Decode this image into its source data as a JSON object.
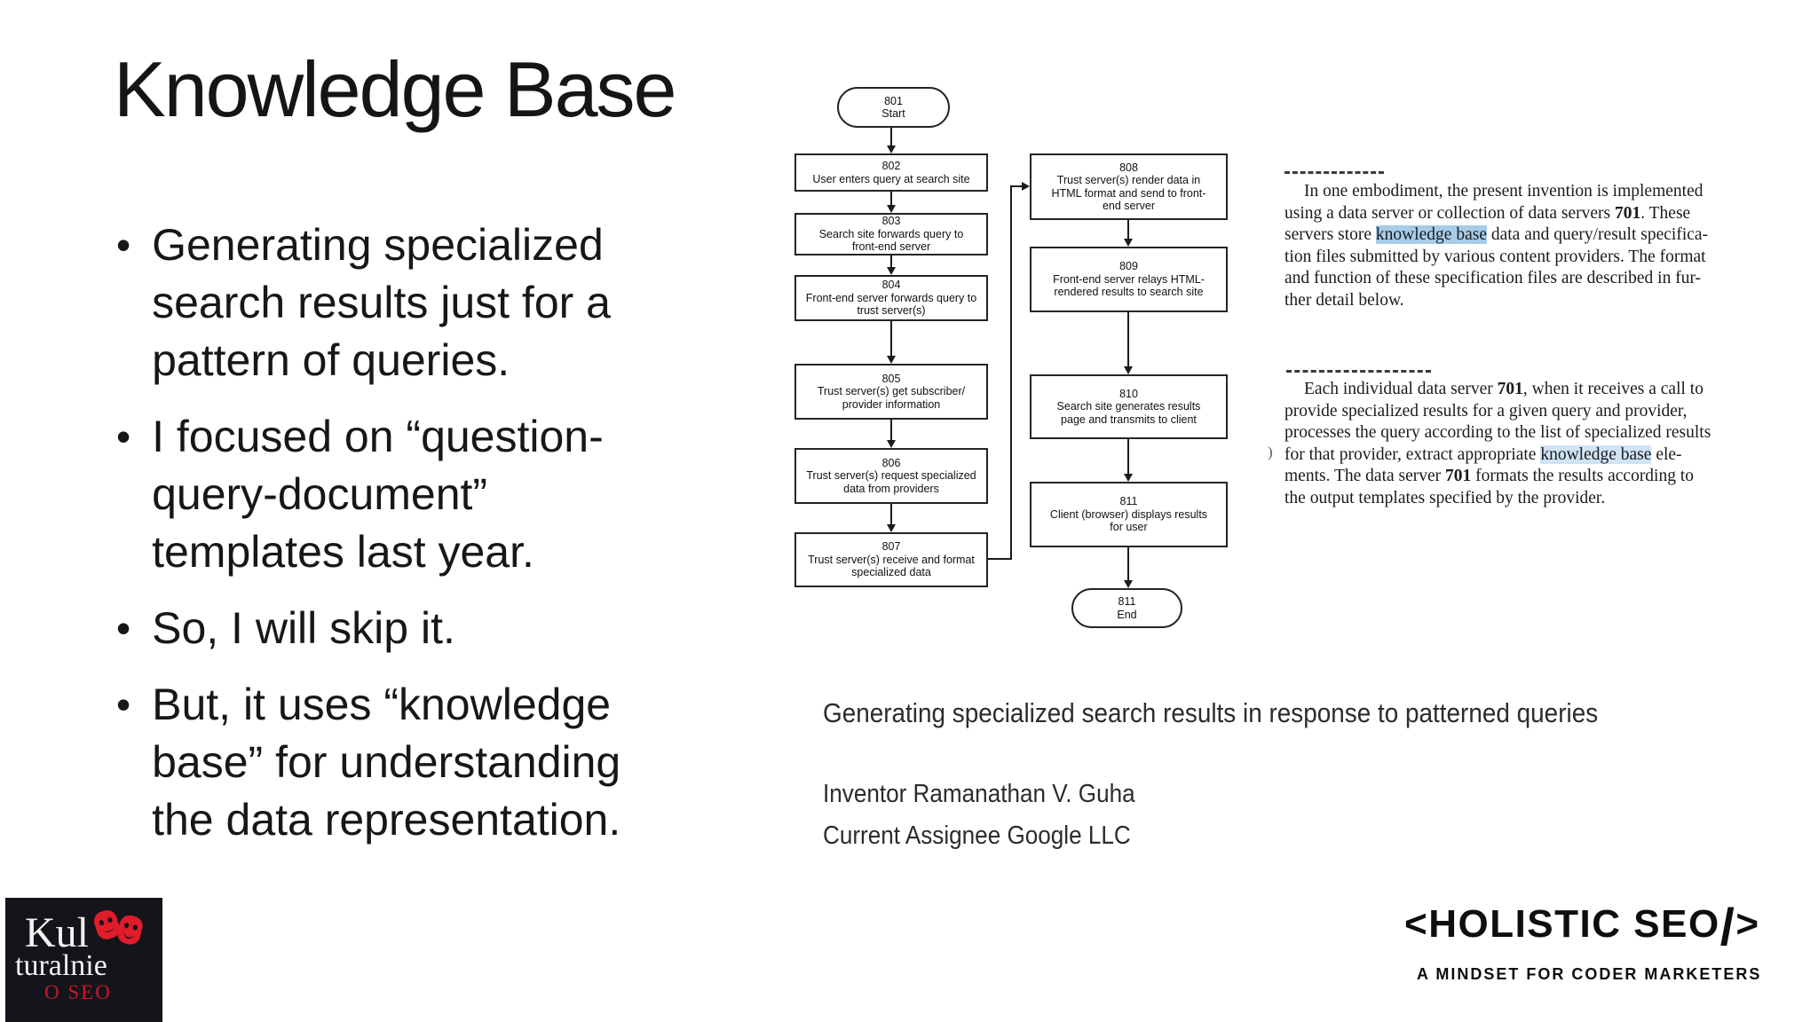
{
  "slide": {
    "title": "Knowledge Base",
    "bullet_glyph": "•",
    "bullets": [
      "Generating specialized\nsearch results just for a\npattern of queries.",
      "I focused on “question-\nquery-document”\ntemplates last year.",
      "So, I will skip it.",
      "But, it uses “knowledge\nbase” for understanding\nthe data representation."
    ]
  },
  "flowchart": {
    "start": {
      "num": "801",
      "label": "Start"
    },
    "left_column": [
      {
        "num": "802",
        "label": "User enters query at search site"
      },
      {
        "num": "803",
        "label": "Search site forwards query to\nfront-end server"
      },
      {
        "num": "804",
        "label": "Front-end server forwards query to\ntrust server(s)"
      },
      {
        "num": "805",
        "label": "Trust server(s) get subscriber/\nprovider information"
      },
      {
        "num": "806",
        "label": "Trust server(s) request specialized\ndata from providers"
      },
      {
        "num": "807",
        "label": "Trust server(s) receive and format\nspecialized data"
      }
    ],
    "right_column": [
      {
        "num": "808",
        "label": "Trust server(s) render data in\nHTML format and send to front-\nend server"
      },
      {
        "num": "809",
        "label": "Front-end server relays HTML-\nrendered results to search site"
      },
      {
        "num": "810",
        "label": "Search site generates results\npage and transmits to client"
      },
      {
        "num": "811",
        "label": "Client (browser) displays results\nfor user"
      }
    ],
    "end": {
      "num": "811",
      "label": "End"
    }
  },
  "patent": {
    "p1": {
      "l1": "In one embodiment, the present invention is implemented",
      "l2a": "using a data server or collection of data servers ",
      "l2b": "701",
      "l2c": ". These",
      "l3a": "servers store ",
      "l3b": "knowledge base",
      "l3c": " data and query/result specifica-",
      "l4": "tion files submitted by various content providers. The format",
      "l5": "and function of these specification files are described in fur-",
      "l6": "ther detail below."
    },
    "p2": {
      "l1a": "Each individual data server ",
      "l1b": "701",
      "l1c": ", when it receives a call to",
      "l2": "provide specialized results for a given query and provider,",
      "l3": "processes the query according to the list of specialized results",
      "l4a": "for that provider, extract appropriate ",
      "l4b": "knowledge base",
      "l4c": " ele-",
      "l5a": "ments. The data server ",
      "l5b": "701",
      "l5c": " formats the results according to",
      "l6": "the output templates specified by the provider."
    },
    "artifact_paren": ")"
  },
  "caption": {
    "title": "Generating specialized search results in response to patterned queries",
    "inventor": "Inventor Ramanathan V. Guha",
    "assignee": "Current Assignee Google LLC"
  },
  "logos": {
    "kulturalnie": {
      "line1": "Kul",
      "line2": "turalnie",
      "line3": "O SEO"
    },
    "holistic": {
      "open": "<",
      "name": "HOLISTIC SEO",
      "slash": "/",
      "close": ">",
      "tagline": "A MINDSET FOR CODER MARKETERS"
    }
  },
  "colors": {
    "highlight_paragraph1": "#a6cce9",
    "highlight_paragraph2": "#cfe3f5",
    "logo_red": "#c9182b",
    "logo_background": "#14141b",
    "text_black": "#161616"
  }
}
